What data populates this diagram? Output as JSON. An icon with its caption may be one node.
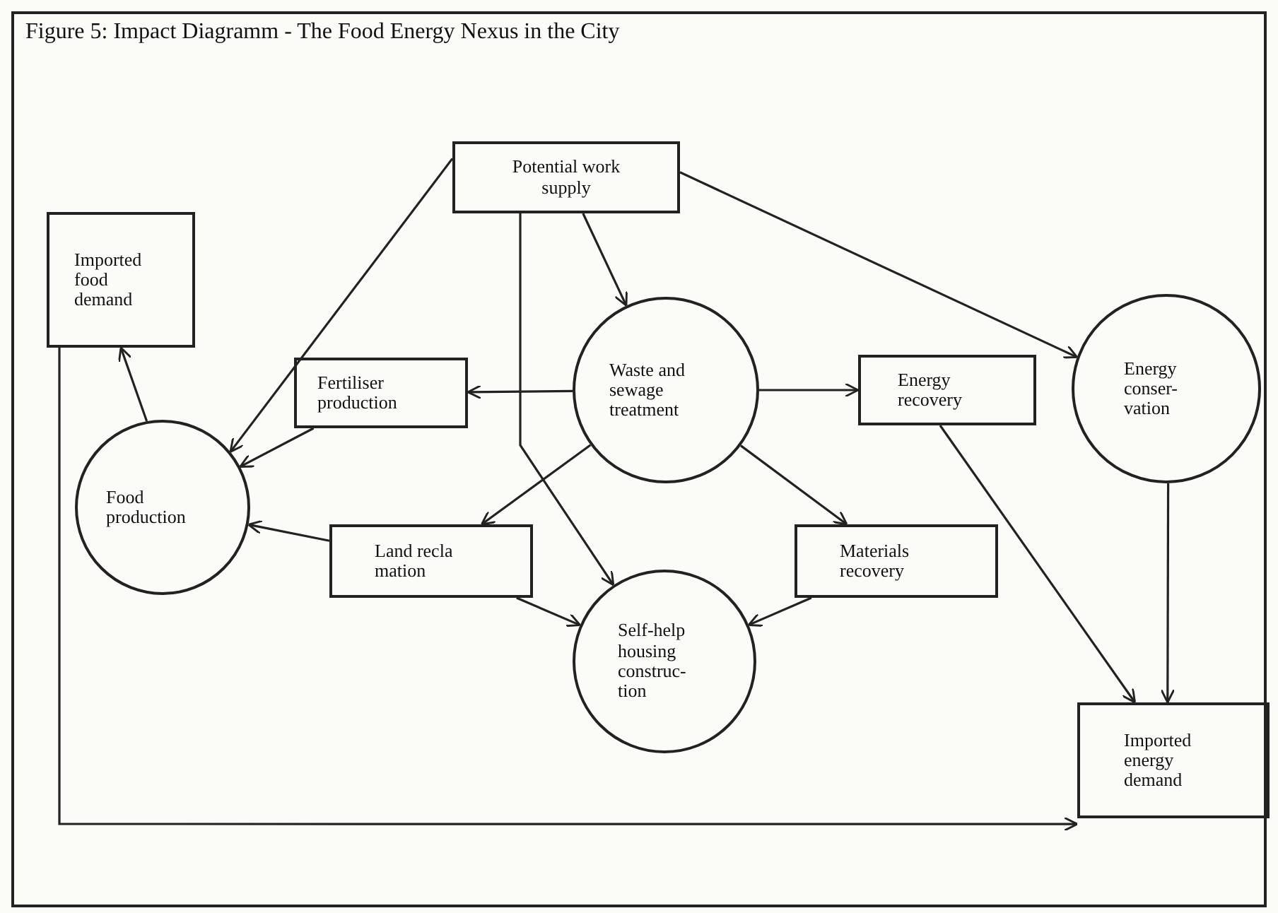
{
  "diagram": {
    "title": "Figure 5: Impact Diagramm - The Food Energy Nexus in the City",
    "nodes": [
      {
        "text": [
          "Potential work supply"
        ]
      },
      {
        "text": [
          "Imported food demand"
        ]
      },
      {
        "text": [
          "Fertiliser production"
        ]
      },
      {
        "text": [
          "Waste and sewage treatment"
        ]
      },
      {
        "text": [
          "Energy recovery"
        ]
      },
      {
        "text": [
          "Energy conser-vation"
        ]
      },
      {
        "text": [
          "Food production"
        ]
      },
      {
        "text": [
          "Land recla mation"
        ]
      },
      {
        "text": [
          "Materials recovery"
        ]
      },
      {
        "text": [
          "Self-help housing construc-tion"
        ]
      },
      {
        "text": [
          "Imported energy demand"
        ]
      }
    ],
    "edges": [
      {
        "from": 0,
        "to": 6,
        "arrow": "to"
      },
      {
        "from": 0,
        "to": 3,
        "arrow": "to"
      },
      {
        "from": 0,
        "to": 5,
        "arrow": "to"
      },
      {
        "from": 0,
        "to": 9,
        "arrow": "to"
      },
      {
        "from": 3,
        "to": 2,
        "arrow": "to"
      },
      {
        "from": 3,
        "to": 4,
        "arrow": "to"
      },
      {
        "from": 3,
        "to": 7,
        "arrow": "to"
      },
      {
        "from": 3,
        "to": 8,
        "arrow": "to"
      },
      {
        "from": 2,
        "to": 6,
        "arrow": "to"
      },
      {
        "from": 6,
        "to": 1,
        "arrow": "to"
      },
      {
        "from": 7,
        "to": 6,
        "arrow": "to"
      },
      {
        "from": 7,
        "to": 9,
        "arrow": "to"
      },
      {
        "from": 8,
        "to": 9,
        "arrow": "to"
      },
      {
        "from": 4,
        "to": 10,
        "arrow": "to"
      },
      {
        "from": 5,
        "to": 10,
        "arrow": "to"
      },
      {
        "from": 1,
        "to": 10,
        "arrow": "to"
      }
    ]
  }
}
